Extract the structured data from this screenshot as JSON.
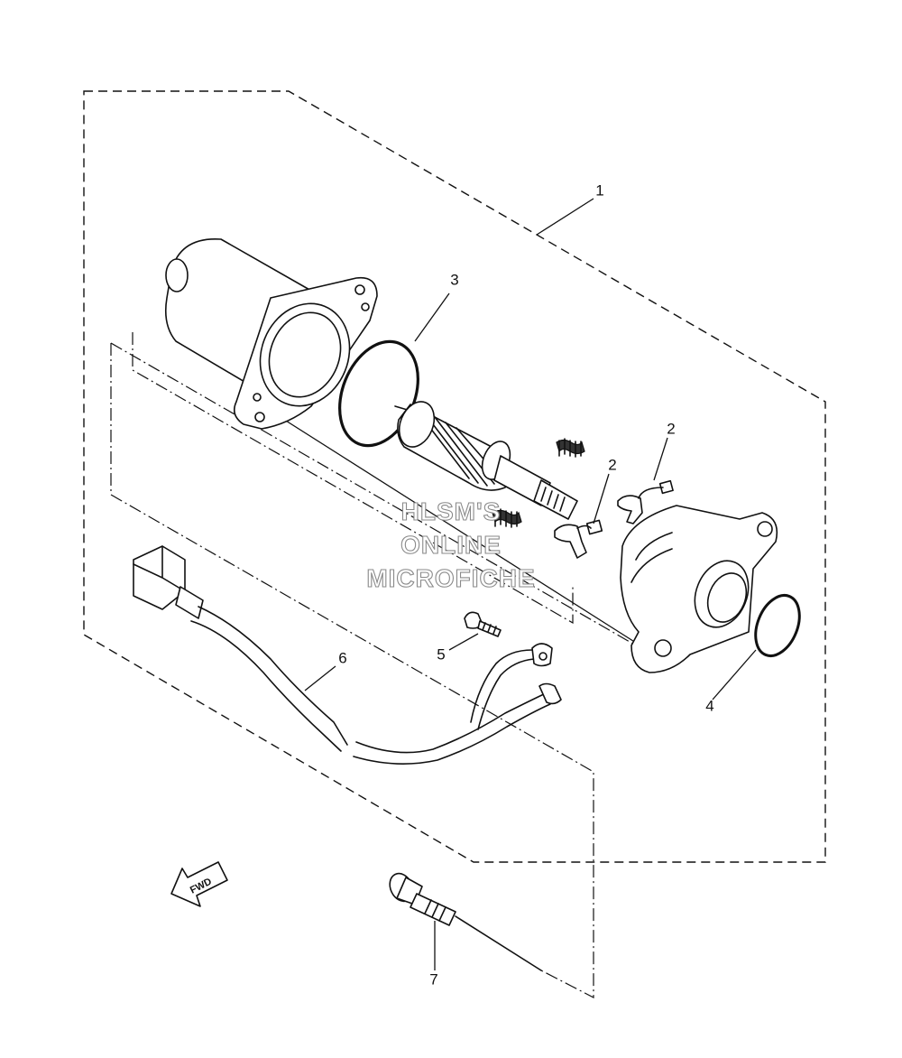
{
  "callouts": [
    {
      "id": "c1",
      "label": "1"
    },
    {
      "id": "c2a",
      "label": "2"
    },
    {
      "id": "c2b",
      "label": "2"
    },
    {
      "id": "c3",
      "label": "3"
    },
    {
      "id": "c4",
      "label": "4"
    },
    {
      "id": "c5",
      "label": "5"
    },
    {
      "id": "c6",
      "label": "6"
    },
    {
      "id": "c7",
      "label": "7"
    }
  ],
  "watermark": {
    "line1": "HLSM'S",
    "line2": "ONLINE",
    "line3": "MICROFICHE"
  },
  "direction": {
    "label": "FWD"
  }
}
